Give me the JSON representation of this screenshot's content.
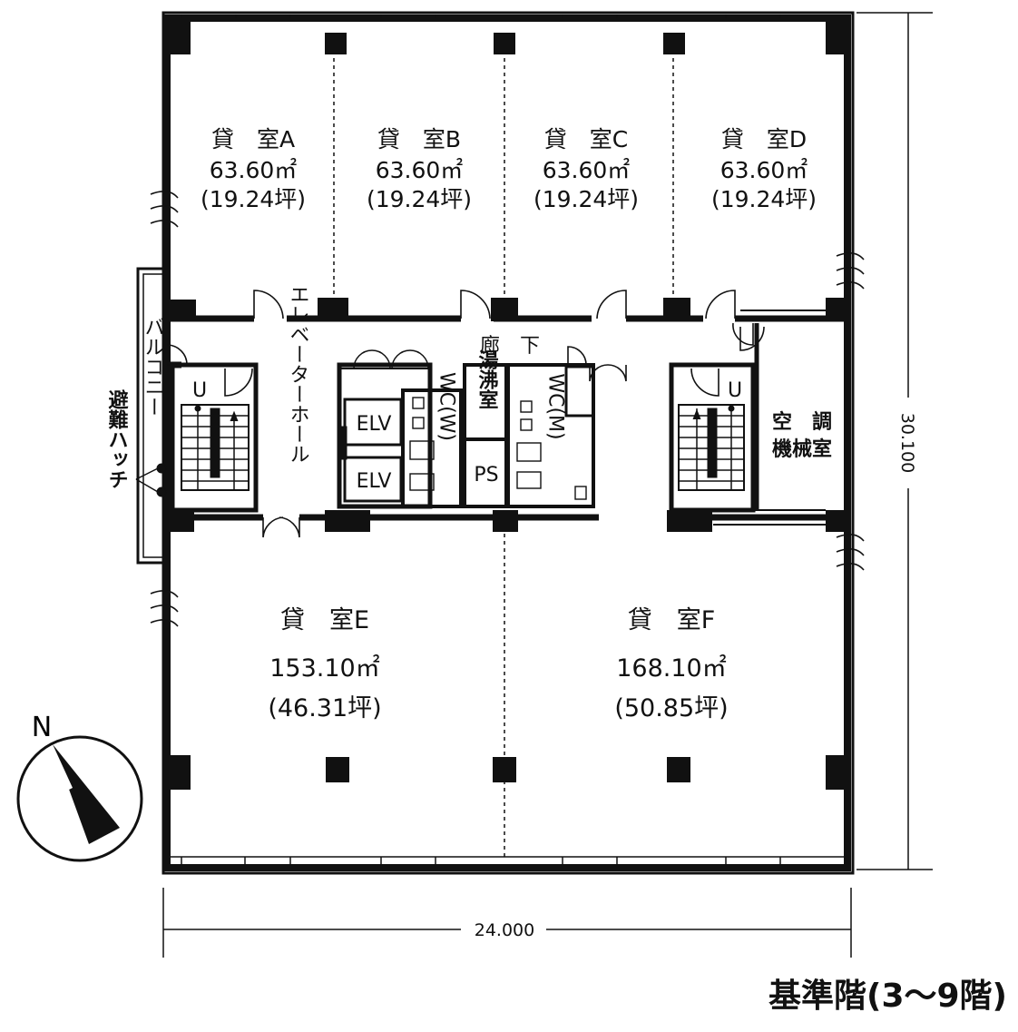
{
  "title": "基準階(3〜9階)",
  "units": [
    {
      "name": "貸　室A",
      "area": "63.60㎡",
      "tsubo": "(19.24坪)"
    },
    {
      "name": "貸　室B",
      "area": "63.60㎡",
      "tsubo": "(19.24坪)"
    },
    {
      "name": "貸　室C",
      "area": "63.60㎡",
      "tsubo": "(19.24坪)"
    },
    {
      "name": "貸　室D",
      "area": "63.60㎡",
      "tsubo": "(19.24坪)"
    },
    {
      "name": "貸　室E",
      "area": "153.10㎡",
      "tsubo": "(46.31坪)"
    },
    {
      "name": "貸　室F",
      "area": "168.10㎡",
      "tsubo": "(50.85坪)"
    }
  ],
  "labels": {
    "corridor": "廊　下",
    "elevator_hall": "エレベーターホール",
    "elv": "ELV",
    "balcony": "バルコニー",
    "hatch": "避難ハッチ",
    "kitchen": "湯沸室",
    "ps": "PS",
    "wc_w": "WC(W)",
    "wc_m": "WC(M)",
    "hvac_1": "空　調",
    "hvac_2": "機械室",
    "stair_u": "U"
  },
  "dimensions": {
    "width": "24.000",
    "depth": "30.100"
  },
  "north": "N"
}
